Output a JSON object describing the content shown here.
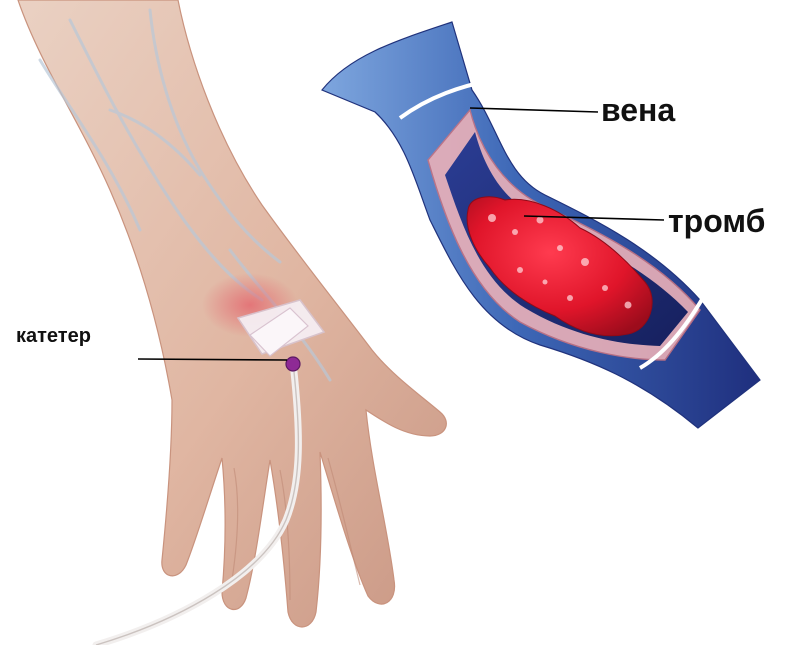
{
  "labels": {
    "catheter": "катетер",
    "vein": "вена",
    "clot": "тромб"
  },
  "colors": {
    "background": "#ffffff",
    "skin": "#e2b9a6",
    "skin_shadow": "#c8957e",
    "vein_blue": "#3d67b6",
    "vein_dark": "#1f2f7e",
    "vein_light": "#7ea6de",
    "clot_red": "#e0152a",
    "clot_dark": "#a80e1f",
    "vein_wall": "#e6a3ac",
    "catheter_hub": "#8e2a95",
    "label_text": "#111111"
  }
}
